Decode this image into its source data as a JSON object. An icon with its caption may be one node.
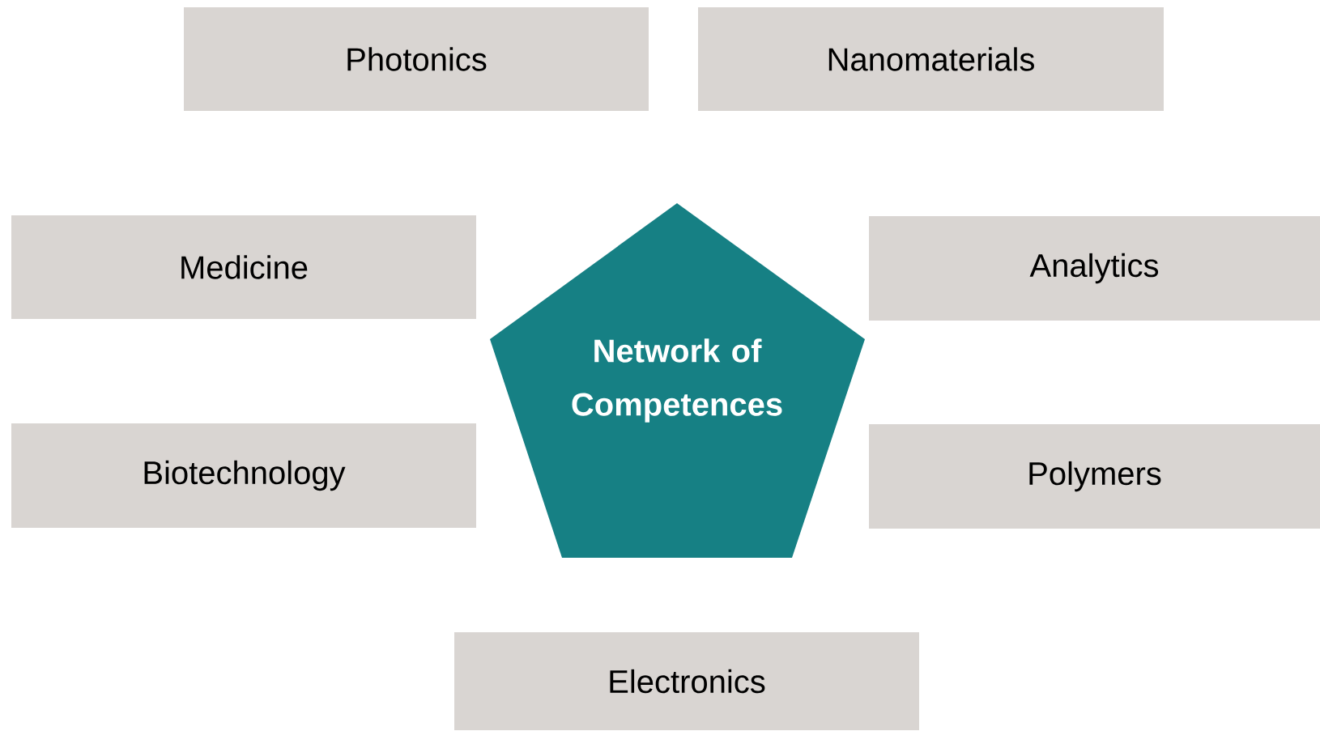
{
  "diagram": {
    "nodes": [
      {
        "text": [
          "Photonics"
        ]
      },
      {
        "text": [
          "Nanomaterials"
        ]
      },
      {
        "text": [
          "Medicine"
        ]
      },
      {
        "text": [
          "Network of Competences"
        ]
      },
      {
        "text": [
          "Analytics"
        ]
      },
      {
        "text": [
          "Biotechnology"
        ]
      },
      {
        "text": [
          "Polymers"
        ]
      },
      {
        "text": [
          "Electronics"
        ]
      }
    ]
  }
}
